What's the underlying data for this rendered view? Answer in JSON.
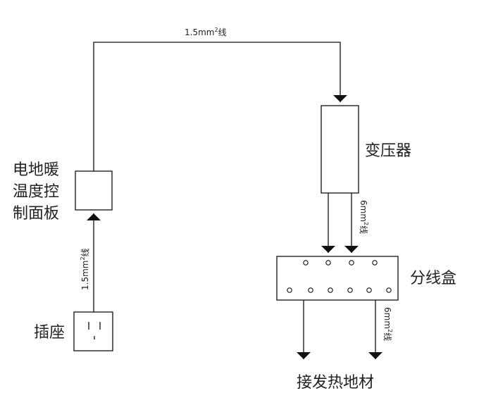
{
  "controller_label_lines": [
    "电地暖",
    "温度控",
    "制面板"
  ],
  "socket_label": "插座",
  "transformer_label": "变压器",
  "junction_box_label": "分线盒",
  "heating_material_label": "接发热地材",
  "wire_thin": {
    "prefix": "1.5mm",
    "sup": "2",
    "suffix": "线"
  },
  "wire_thick": {
    "prefix": "6mm",
    "sup": "2",
    "suffix": "线"
  }
}
